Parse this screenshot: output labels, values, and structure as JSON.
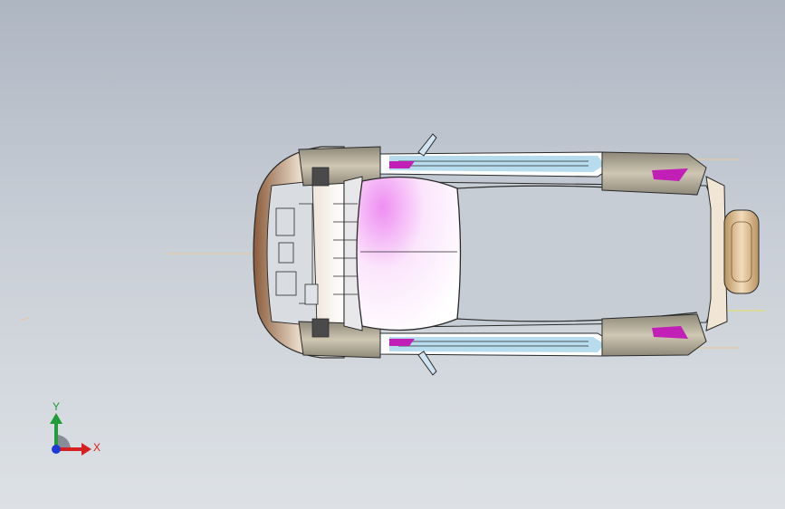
{
  "viewport": {
    "background_top": "#aeb6c2",
    "background_bottom": "#dde1e5"
  },
  "model": {
    "view": "top",
    "body_color": "#ffffff",
    "line_color": "#2a2a2a",
    "roof_gradient": [
      "#ef8ef2",
      "#ffffff"
    ],
    "frame_color": "#a9d6ea",
    "wheel_arch_color": "#b7b09c",
    "spare_tire_color": "#d7b58c",
    "accent_magenta": "#c21fb6",
    "dimension_line_color": "#e8c79a"
  },
  "triad": {
    "x_label": "X",
    "y_label": "Y",
    "x_color": "#d42020",
    "y_color": "#1f9d3a",
    "z_color": "#1f3ad4"
  }
}
